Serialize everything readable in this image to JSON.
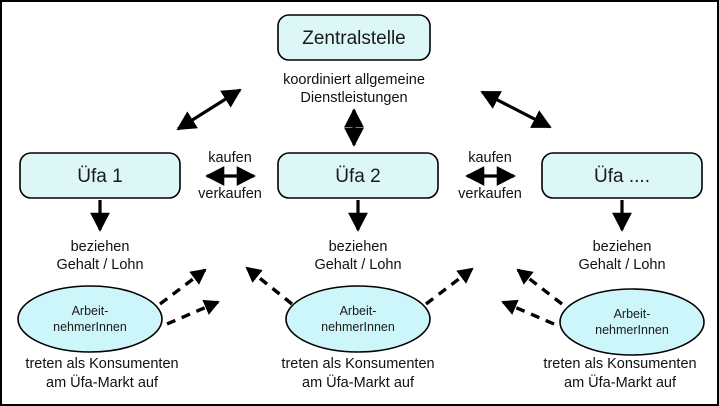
{
  "diagram": {
    "title_node": {
      "id": "zentralstelle",
      "label": "Zentralstelle",
      "caption_line1": "koordiniert allgemeine",
      "caption_line2": "Dienstleistungen"
    },
    "company_nodes": [
      {
        "id": "uefa-1",
        "label": "Üfa 1"
      },
      {
        "id": "uefa-2",
        "label": "Üfa 2"
      },
      {
        "id": "uefa-n",
        "label": "Üfa ...."
      }
    ],
    "employee_nodes": [
      {
        "id": "arbeitnehmerinnen-1",
        "line1": "Arbeit-",
        "line2": "nehmerInnen"
      },
      {
        "id": "arbeitnehmerinnen-2",
        "line1": "Arbeit-",
        "line2": "nehmerInnen"
      },
      {
        "id": "arbeitnehmerinnen-3",
        "line1": "Arbeit-",
        "line2": "nehmerInnen"
      }
    ],
    "trade_labels": [
      {
        "id": "trade-left",
        "top": "kaufen",
        "bottom": "verkaufen"
      },
      {
        "id": "trade-right",
        "top": "kaufen",
        "bottom": "verkaufen"
      }
    ],
    "salary_labels": [
      {
        "id": "salary-1",
        "line1": "beziehen",
        "line2": "Gehalt / Lohn"
      },
      {
        "id": "salary-2",
        "line1": "beziehen",
        "line2": "Gehalt / Lohn"
      },
      {
        "id": "salary-3",
        "line1": "beziehen",
        "line2": "Gehalt / Lohn"
      }
    ],
    "consumer_captions": [
      {
        "id": "consumer-1",
        "line1": "treten als Konsumenten",
        "line2": "am Üfa-Markt auf"
      },
      {
        "id": "consumer-2",
        "line1": "treten als Konsumenten",
        "line2": "am Üfa-Markt auf"
      },
      {
        "id": "consumer-3",
        "line1": "treten als Konsumenten",
        "line2": "am Üfa-Markt auf"
      }
    ],
    "colors": {
      "box_fill": "#ddf7f7",
      "ellipse_fill": "#ccf6f9",
      "stroke": "#000000",
      "background": "#ffffff",
      "frame": "#000000"
    }
  }
}
